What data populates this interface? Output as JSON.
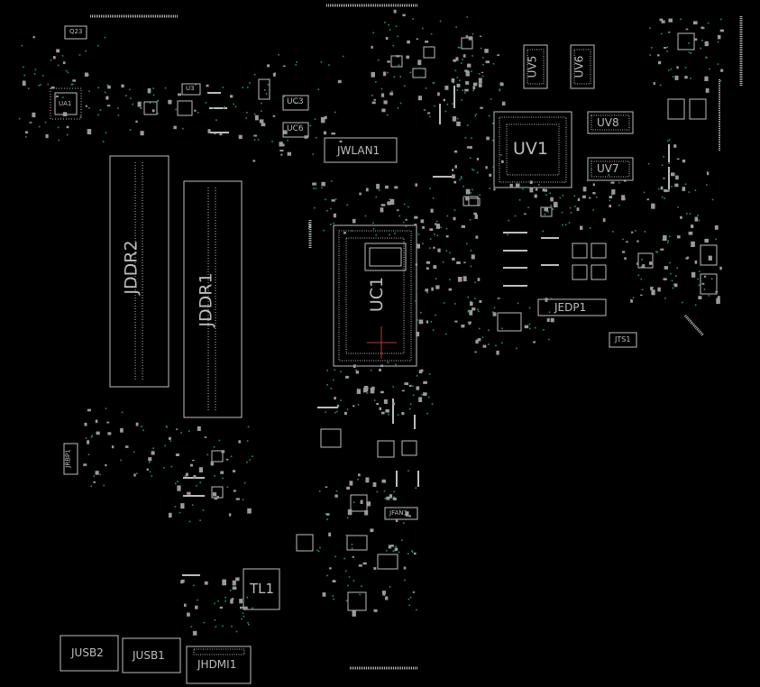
{
  "colors": {
    "background": "#000000",
    "silkscreen": "#bdbdbd",
    "via": "#1f8f86"
  },
  "components": {
    "jddr2": "JDDR2",
    "jddr1": "JDDR1",
    "uc1": "UC1",
    "uv1": "UV1",
    "uv5": "UV5",
    "uv6": "UV6",
    "uv7": "UV7",
    "uv8": "UV8",
    "jwlan1": "JWLAN1",
    "jedp1": "JEDP1",
    "jts1": "JTS1",
    "jfan1": "JFAN1",
    "tl1": "TL1",
    "jusb2": "JUSB2",
    "jusb1": "JUSB1",
    "jhdmi1": "JHDMI1",
    "uc3": "UC3",
    "uc6": "UC6",
    "q23": "Q23",
    "ua1": "UA1",
    "u3": "U3",
    "jrbp1": "JRBP1"
  }
}
